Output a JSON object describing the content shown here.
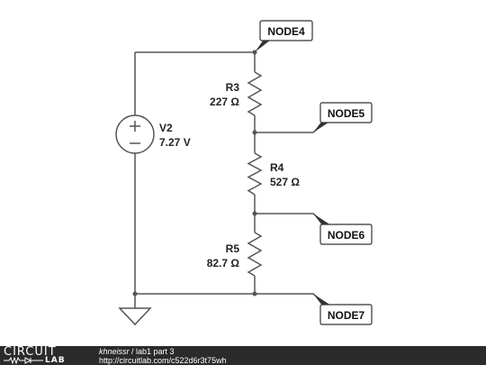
{
  "circuit": {
    "source": {
      "name": "V2",
      "value": "7.27 V"
    },
    "resistors": [
      {
        "name": "R3",
        "value": "227 Ω"
      },
      {
        "name": "R4",
        "value": "527 Ω"
      },
      {
        "name": "R5",
        "value": "82.7 Ω"
      }
    ],
    "nodes": [
      "NODE4",
      "NODE5",
      "NODE6",
      "NODE7"
    ]
  },
  "footer": {
    "logo_top": "CIRCUIT",
    "logo_bottom": "LAB",
    "user": "khneissr",
    "separator": " / ",
    "title": "lab1 part 3",
    "url": "http://circuitlab.com/c522d6r3t75wh"
  }
}
